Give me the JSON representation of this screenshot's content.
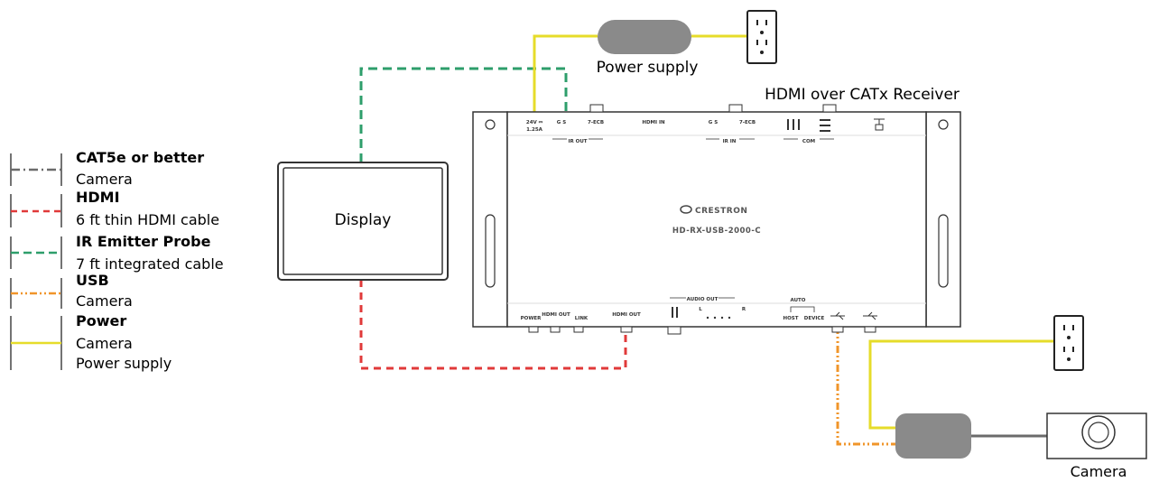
{
  "legend": {
    "items": [
      {
        "title": "CAT5e or better",
        "lines": [
          "Camera"
        ],
        "color": "#6b6b6b",
        "style": "dash-dot"
      },
      {
        "title": "HDMI",
        "lines": [
          "6 ft thin HDMI cable"
        ],
        "color": "#e03a3a",
        "style": "dashed"
      },
      {
        "title": "IR Emitter Probe",
        "lines": [
          "7 ft integrated cable"
        ],
        "color": "#2e9e6b",
        "style": "dashed"
      },
      {
        "title": "USB",
        "lines": [
          "Camera"
        ],
        "color": "#f0952a",
        "style": "dash-dot-dot"
      },
      {
        "title": "Power",
        "lines": [
          "Camera",
          "Power supply"
        ],
        "color": "#e6dc2a",
        "style": "solid"
      }
    ]
  },
  "labels": {
    "display": "Display",
    "power_supply": "Power supply",
    "receiver": "HDMI over CATx Receiver",
    "camera": "Camera"
  },
  "device": {
    "brand": "CRESTRON",
    "model": "HD-RX-USB-2000-C",
    "top_labels": {
      "power_in": "24V ⎓",
      "power_amp": "1.25A",
      "ir_out": "IR OUT",
      "hdmi_in": "HDMI IN",
      "ir_in": "IR IN",
      "com": "COM",
      "g_s": "G  S",
      "port_a": "7-ECB",
      "port_b": "7-ECB"
    },
    "bottom_labels": {
      "power": "POWER",
      "hdmi_out_led": "HDMI OUT",
      "link": "LINK",
      "hdmi_out": "HDMI OUT",
      "audio_out": "AUDIO OUT",
      "l": "L",
      "r": "R",
      "auto": "AUTO",
      "host": "HOST",
      "device": "DEVICE"
    }
  },
  "colors": {
    "cat": "#6b6b6b",
    "hdmi": "#e03a3a",
    "ir": "#2e9e6b",
    "usb": "#f0952a",
    "power": "#e6dc2a",
    "psu": "#8a8a8a",
    "outline": "#333333"
  }
}
